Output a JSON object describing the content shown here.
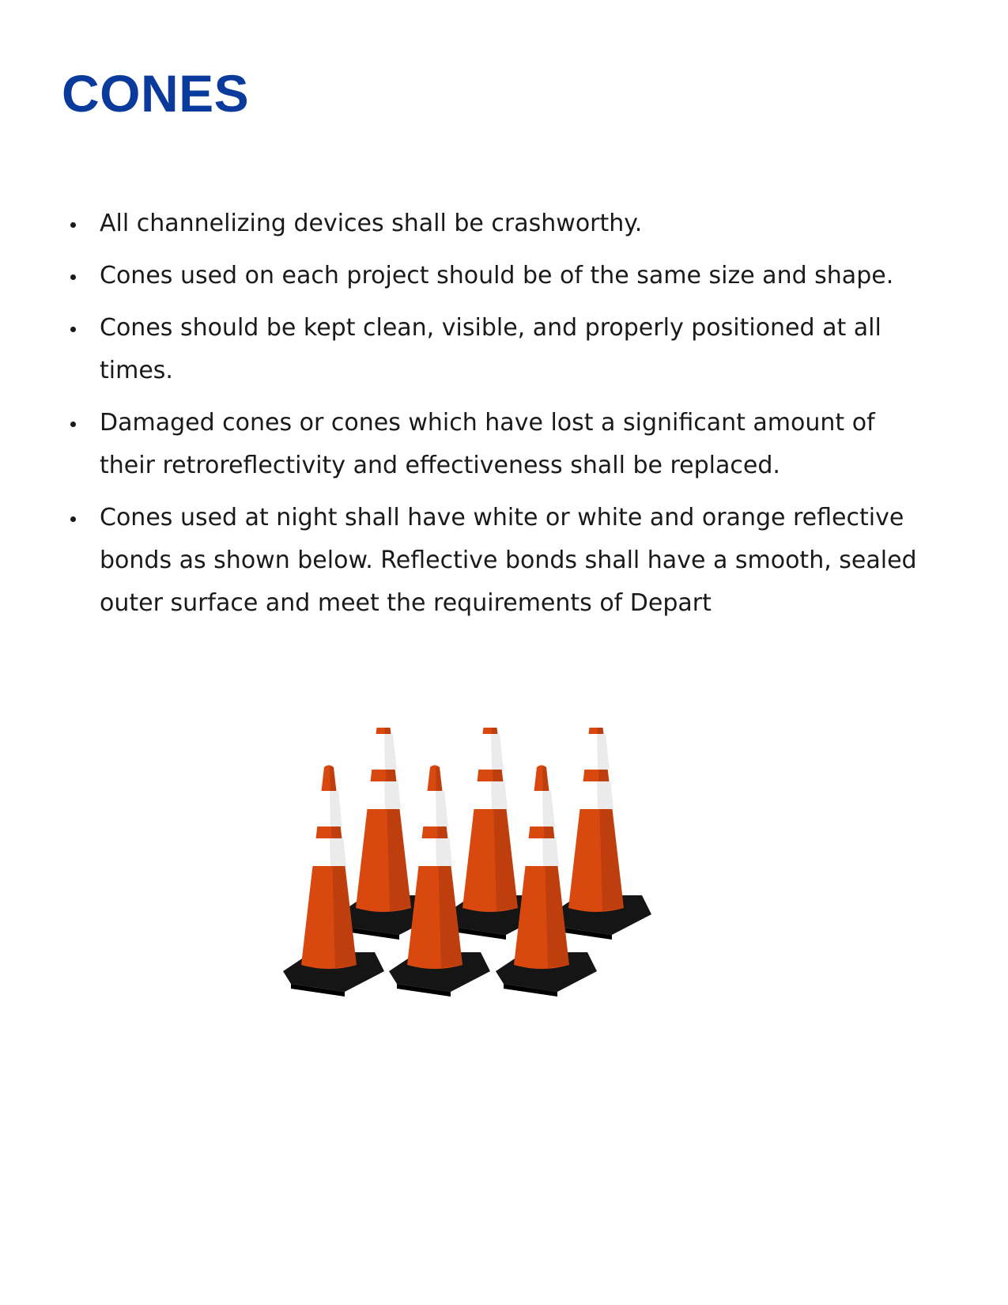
{
  "page": {
    "title": "CONES",
    "title_color": "#0a3a9c"
  },
  "bullets": [
    {
      "text": "All channelizing devices shall be crashworthy."
    },
    {
      "text": "Cones used on each project should be of the same size and shape."
    },
    {
      "text": "Cones should be kept clean, visible, and properly positioned at all times."
    },
    {
      "text": "Damaged cones or cones which have lost a significant amount of their retroreflectivity and effectiveness shall be replaced."
    },
    {
      "text": "Cones used at night shall have white or white and orange reflective bonds  as shown below.   Reflective bonds shall have a smooth, sealed outer surface and meet the requirements of Depart"
    }
  ],
  "figure": {
    "icon": "traffic-cones-icon",
    "cone_count": 6,
    "cone_color": "#d9480f",
    "band_color": "#ffffff",
    "base_color": "#151515"
  }
}
